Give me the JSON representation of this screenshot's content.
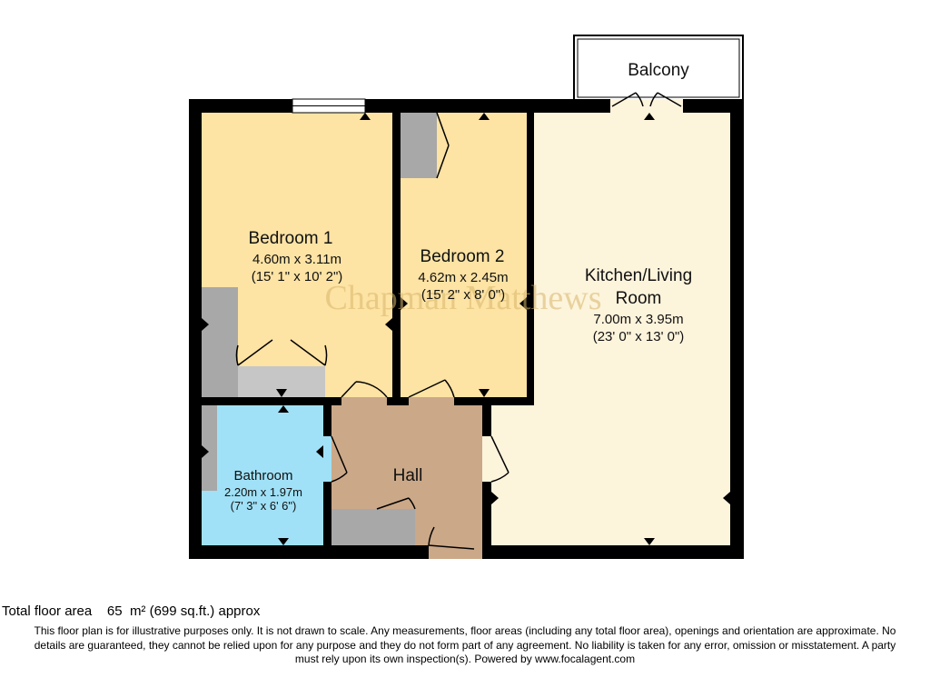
{
  "colors": {
    "wall": "#000000",
    "bedroom": "#fde3a4",
    "kitchen_living": "#fdf4dc",
    "bathroom": "#a0e1f7",
    "hall": "#cba888",
    "cupboard": "#a8a8a8",
    "balcony": "#ffffff",
    "watermark": "#d8b66a"
  },
  "rooms": {
    "bedroom1": {
      "name": "Bedroom 1",
      "metric": "4.60m x 3.11m",
      "imperial": "(15' 1\" x 10' 2\")"
    },
    "bedroom2": {
      "name": "Bedroom 2",
      "metric": "4.62m x 2.45m",
      "imperial": "(15' 2\" x 8' 0\")"
    },
    "kitchen": {
      "name_line1": "Kitchen/Living",
      "name_line2": "Room",
      "metric": "7.00m x 3.95m",
      "imperial": "(23' 0\" x 13' 0\")"
    },
    "bathroom": {
      "name": "Bathroom",
      "metric": "2.20m x 1.97m",
      "imperial": "(7' 3\" x 6' 6\")"
    },
    "hall": {
      "name": "Hall"
    },
    "balcony": {
      "name": "Balcony"
    }
  },
  "watermark": "Chapman Matthews",
  "footer": {
    "total_label": "Total floor area",
    "area_m2": "65",
    "m2_unit": "m² (",
    "area_sqft": "699",
    "sqft_unit": "sq.ft.) approx",
    "disclaimer_1": "This floor plan is for illustrative purposes only. It is not drawn to scale. Any measurements, floor areas (including any total floor area), openings and orientation are approximate. No",
    "disclaimer_2": "details are guaranteed, they cannot be relied upon for any purpose and they do not form part of any agreement. No liability is taken for any error, omission or misstatement. A party",
    "disclaimer_3": "must rely upon its own inspection(s). Powered by www.focalagent.com"
  }
}
